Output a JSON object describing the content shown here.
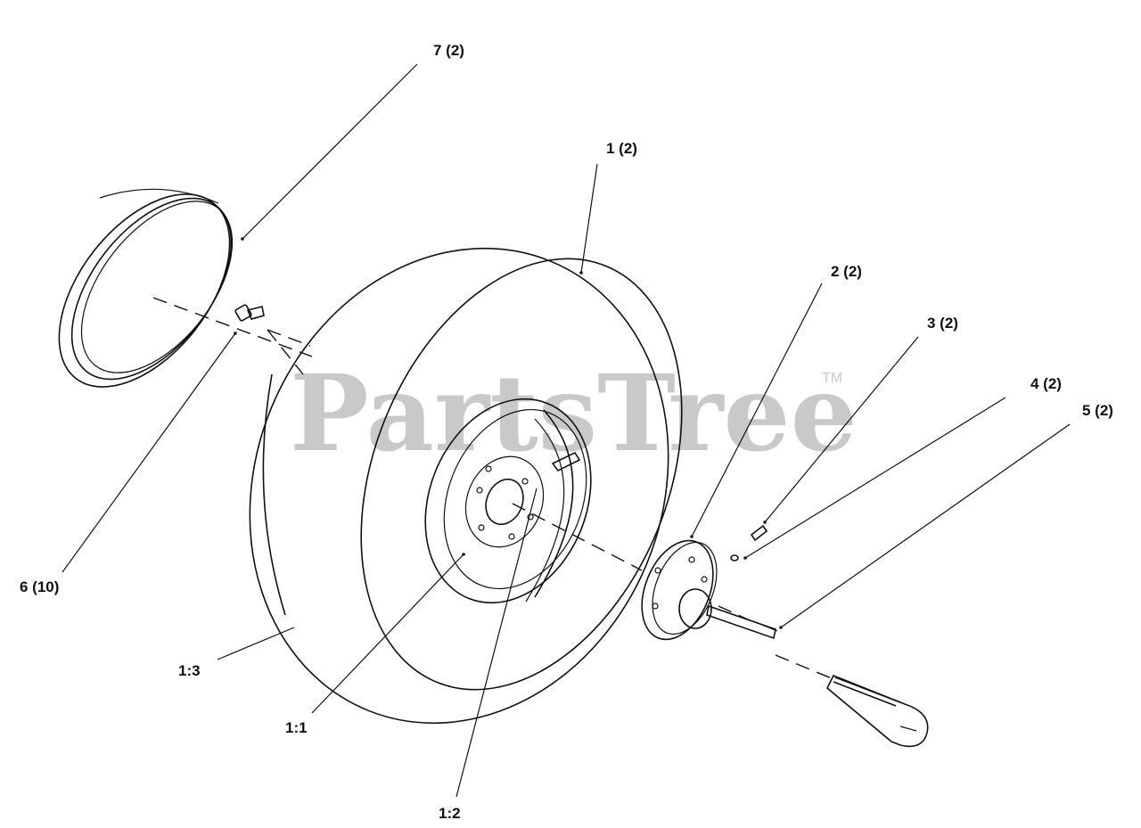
{
  "watermark": {
    "text": "PartsTree",
    "tm": "TM"
  },
  "callouts": [
    {
      "id": "item-7",
      "label": "7 (2)"
    },
    {
      "id": "item-1",
      "label": "1 (2)"
    },
    {
      "id": "item-2",
      "label": "2 (2)"
    },
    {
      "id": "item-3",
      "label": "3 (2)"
    },
    {
      "id": "item-4",
      "label": "4 (2)"
    },
    {
      "id": "item-5",
      "label": "5 (2)"
    },
    {
      "id": "item-6",
      "label": "6 (10)"
    },
    {
      "id": "item-1-3",
      "label": "1:3"
    },
    {
      "id": "item-1-1",
      "label": "1:1"
    },
    {
      "id": "item-1-2",
      "label": "1:2"
    }
  ]
}
